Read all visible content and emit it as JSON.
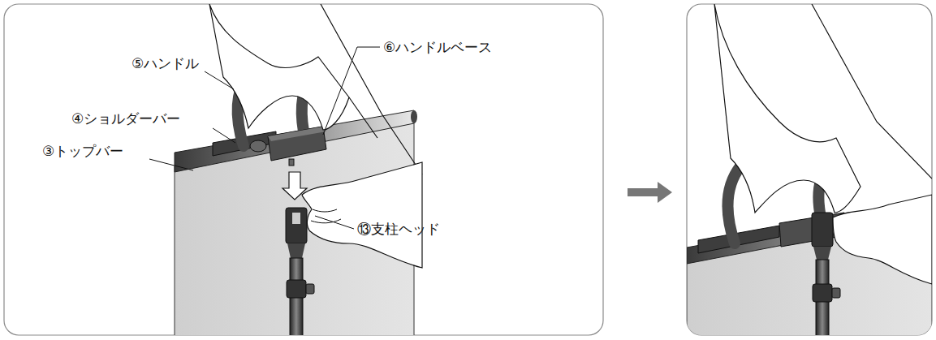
{
  "diagram": {
    "labels": [
      "⑤ハンドル",
      "④ショルダーバー",
      "③トップバー",
      "⑥ハンドルベース",
      "⑬支柱ヘッド"
    ]
  }
}
